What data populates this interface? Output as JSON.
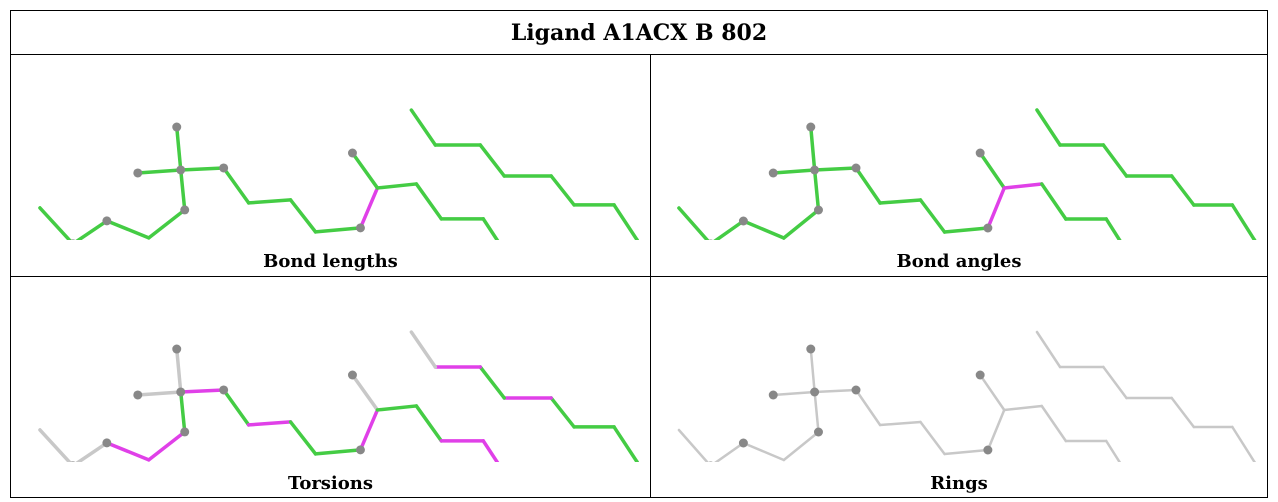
{
  "title": "Ligand A1ACX B 802",
  "colors": {
    "green": "#44cc44",
    "magenta": "#e040e8",
    "grey": "#c8c8c8",
    "atom": "#888888"
  },
  "panels": [
    {
      "caption": "Bond lengths",
      "mode": "lengths"
    },
    {
      "caption": "Bond angles",
      "mode": "angles"
    },
    {
      "caption": "Torsions",
      "mode": "torsions"
    },
    {
      "caption": "Rings",
      "mode": "rings"
    }
  ]
}
